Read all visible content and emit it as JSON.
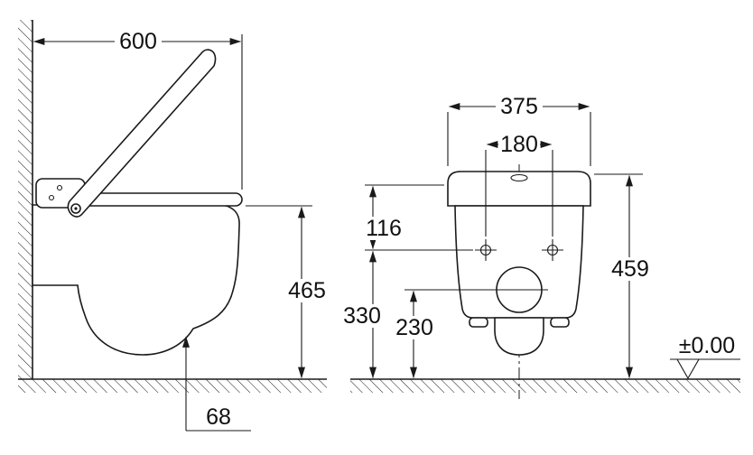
{
  "colors": {
    "line": "#1a1a1a",
    "background": "#ffffff"
  },
  "side_view": {
    "dim_width": "600",
    "dim_height": "465",
    "dim_clearance": "68"
  },
  "front_view": {
    "dim_top_width": "375",
    "dim_hole_spacing": "180",
    "dim_top_to_holes": "116",
    "dim_floor_to_holes": "330",
    "dim_floor_to_outlet": "230",
    "dim_total_height": "459",
    "dim_level": "±0.00"
  }
}
